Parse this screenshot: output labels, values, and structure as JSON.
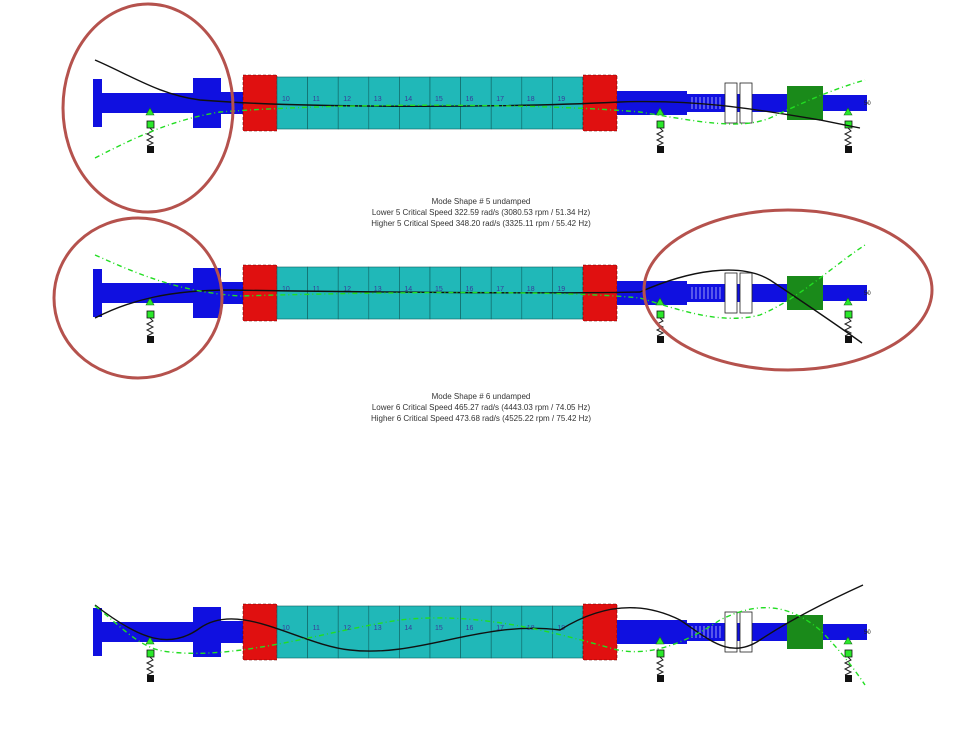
{
  "colors": {
    "shaft": "#1010e0",
    "bearing_block": "#e01010",
    "rotor_core": "#20b8b8",
    "coupling": "#1a8a1a",
    "deformed_line": "#111111",
    "green_dash": "#22dd22",
    "highlight_circle": "#b5524d"
  },
  "views": [
    {
      "station_labels": [
        "10",
        "11",
        "12",
        "13",
        "14",
        "15",
        "16",
        "17",
        "18",
        "19"
      ],
      "end_label": "50",
      "highlight_circles": 1
    },
    {
      "station_labels": [
        "10",
        "11",
        "12",
        "13",
        "14",
        "15",
        "16",
        "17",
        "18",
        "19"
      ],
      "end_label": "50",
      "highlight_circles": 2
    },
    {
      "station_labels": [
        "10",
        "11",
        "12",
        "13",
        "14",
        "15",
        "16",
        "17",
        "18",
        "19"
      ],
      "end_label": "50",
      "highlight_circles": 0
    }
  ],
  "captions": [
    {
      "title": "Mode Shape # 5 undamped",
      "lower": "Lower  5 Critical Speed 322.59 rad/s (3080.53 rpm /  51.34 Hz)",
      "higher": "Higher  5 Critical Speed 348.20 rad/s (3325.11 rpm /  55.42 Hz)"
    },
    {
      "title": "Mode Shape # 6 undamped",
      "lower": "Lower  6 Critical Speed 465.27 rad/s (4443.03 rpm /  74.05 Hz)",
      "higher": "Higher  6 Critical Speed 473.68 rad/s (4525.22 rpm /  75.42 Hz)"
    }
  ]
}
